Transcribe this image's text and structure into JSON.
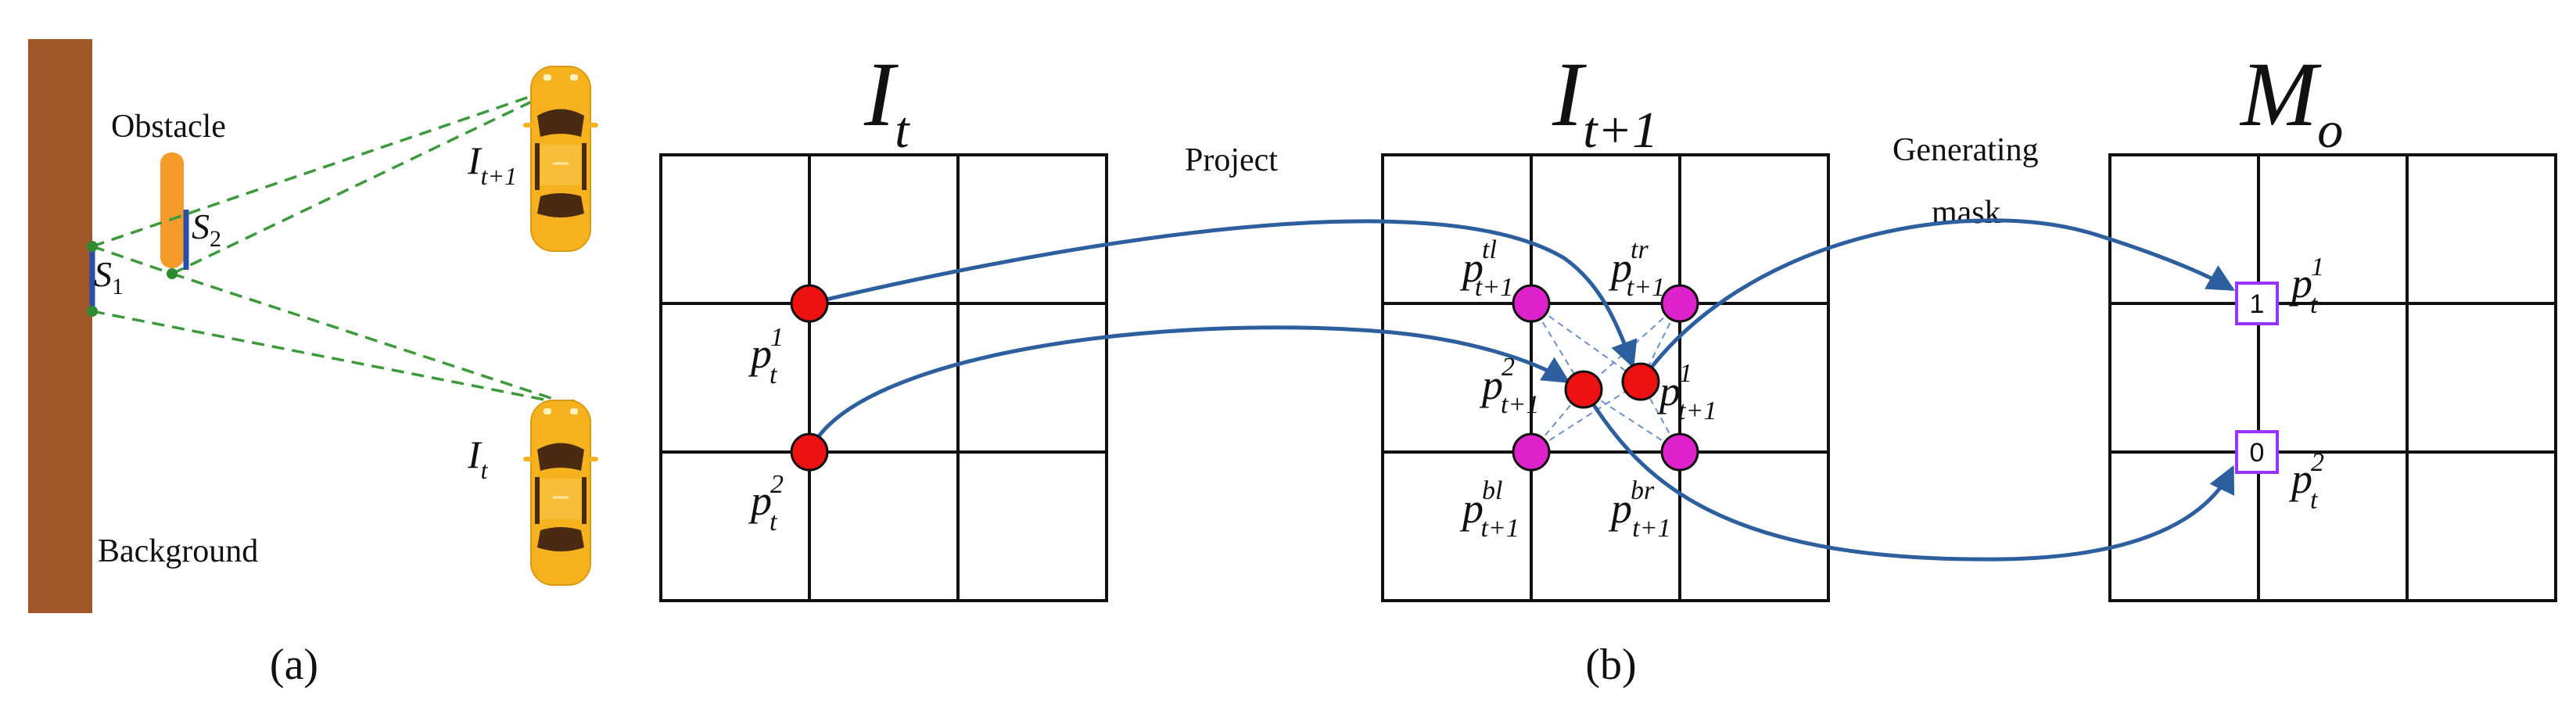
{
  "panel_a": {
    "label": "(a)",
    "obstacle_label": "Obstacle",
    "background_label": "Background",
    "s1": {
      "base": "S",
      "sub": "1"
    },
    "s2": {
      "base": "S",
      "sub": "2"
    },
    "car_top": {
      "base": "I",
      "sub": "t+1"
    },
    "car_bottom": {
      "base": "I",
      "sub": "t"
    }
  },
  "panel_b": {
    "label": "(b)",
    "grid_it": {
      "title": "I",
      "sub": "t"
    },
    "grid_it1": {
      "title": "I",
      "sub": "t+1"
    },
    "grid_mo": {
      "title": "M",
      "sub": "o"
    },
    "project_label": "Project",
    "generating_label_line1": "Generating",
    "generating_label_line2": "mask",
    "points": {
      "p1": {
        "base": "p",
        "sup": "1",
        "sub": "t"
      },
      "p2": {
        "base": "p",
        "sup": "2",
        "sub": "t"
      },
      "p1_next": {
        "base": "p",
        "sup": "1",
        "sub": "t+1"
      },
      "p2_next": {
        "base": "p",
        "sup": "2",
        "sub": "t+1"
      },
      "tl": {
        "base": "p",
        "sup": "tl",
        "sub": "t+1"
      },
      "tr": {
        "base": "p",
        "sup": "tr",
        "sub": "t+1"
      },
      "bl": {
        "base": "p",
        "sup": "bl",
        "sub": "t+1"
      },
      "br": {
        "base": "p",
        "sup": "br",
        "sub": "t+1"
      },
      "mask_p1": {
        "base": "p",
        "sup": "1",
        "sub": "t"
      },
      "mask_p2": {
        "base": "p",
        "sup": "2",
        "sub": "t"
      }
    },
    "mask_values": {
      "top": "1",
      "bottom": "0"
    }
  },
  "colors": {
    "wall": "#a0572a",
    "obstacle": "#f39a2a",
    "segment": "#2b4fa8",
    "sight_line": "#3c9a3c",
    "arrow": "#2d5f9e",
    "red_point": "#ee1111",
    "magenta_point": "#dd22cc",
    "mask_box": "#9933ff",
    "car_body": "#f6b21e",
    "car_glass": "#4a2a10"
  }
}
